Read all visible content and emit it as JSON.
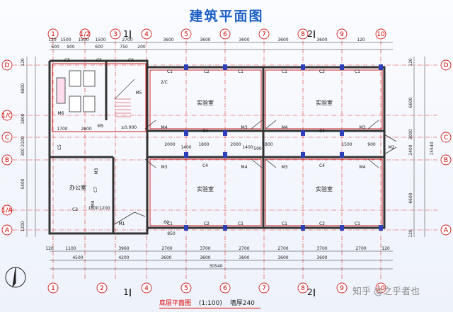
{
  "title": "建筑平面图",
  "caption": {
    "name": "底层平面图",
    "scale": "(1:100)",
    "wall": "墙厚240"
  },
  "watermark": "知乎 @之乎者也",
  "axes_top": [
    "1",
    "1/2",
    "3",
    "4",
    "5",
    "6",
    "7",
    "8",
    "9",
    "10"
  ],
  "axes_bottom": [
    "1",
    "2",
    "4",
    "5",
    "6",
    "7",
    "8",
    "9",
    "10"
  ],
  "axes_left": [
    "D",
    "1/C",
    "C",
    "B",
    "1/A",
    "A"
  ],
  "axes_right": [
    "D",
    "C",
    "B",
    "A"
  ],
  "section_marks": [
    "1",
    "2",
    "1",
    "2"
  ],
  "rooms": {
    "lab_ul": "实验室",
    "lab_ur": "实验室",
    "lab_ll": "实验室",
    "lab_lr": "实验室",
    "office": "办公室"
  },
  "labels": {
    "C5a": "C5",
    "C5b": "C5",
    "C6": "C6",
    "M5a": "M5",
    "M5b": "M5",
    "M6": "M6",
    "C1a": "C1",
    "C2a": "C2",
    "C1b": "C1",
    "C1c": "C1",
    "C2b": "C2",
    "C1d": "C1",
    "M4a": "M4",
    "C4a": "C4",
    "M3a": "M3",
    "M4b": "M4",
    "C4b": "C4",
    "M3b": "M3",
    "M3c": "M3",
    "C4c": "C4",
    "M4c": "M4",
    "M3d": "M3",
    "C4d": "C4",
    "M4d": "M4",
    "M2": "M2",
    "M1": "M1",
    "M3e": "M3",
    "M4e": "M4",
    "C7": "C7",
    "C3": "C3",
    "C5c": "C5",
    "C1e": "C1",
    "C2c": "C2",
    "C1f": "C1",
    "C1g": "C1",
    "C2d": "C2",
    "C1h": "C1",
    "stairmark": "2/C",
    "level": "±0.000"
  },
  "dims": {
    "top1": [
      "120",
      "1500",
      "1500",
      "1500",
      "2700",
      "3600",
      "3600",
      "3600",
      "3600",
      "3600",
      "120"
    ],
    "top2": [
      "600",
      "900",
      "600",
      "750",
      "200"
    ],
    "left": [
      "120",
      "4800",
      "1800",
      "2100",
      "300",
      "5400",
      "1200"
    ],
    "right": [
      "120",
      "6600",
      "3000",
      "2400",
      "6600",
      "120",
      "15540"
    ],
    "bottom1": [
      "120",
      "1100",
      "3960",
      "2700",
      "3700",
      "2700",
      "2700",
      "3700",
      "2700",
      "120"
    ],
    "bottom2": [
      "4500",
      "4200",
      "3600",
      "3600",
      "3600",
      "3600",
      "3600"
    ],
    "bottom3": [
      "30540"
    ],
    "inner": [
      "1700",
      "2600",
      "2000",
      "1400",
      "1800",
      "2000",
      "1400",
      "500",
      "1500",
      "900",
      "1800",
      "60",
      "850",
      "1800",
      "1200"
    ]
  }
}
